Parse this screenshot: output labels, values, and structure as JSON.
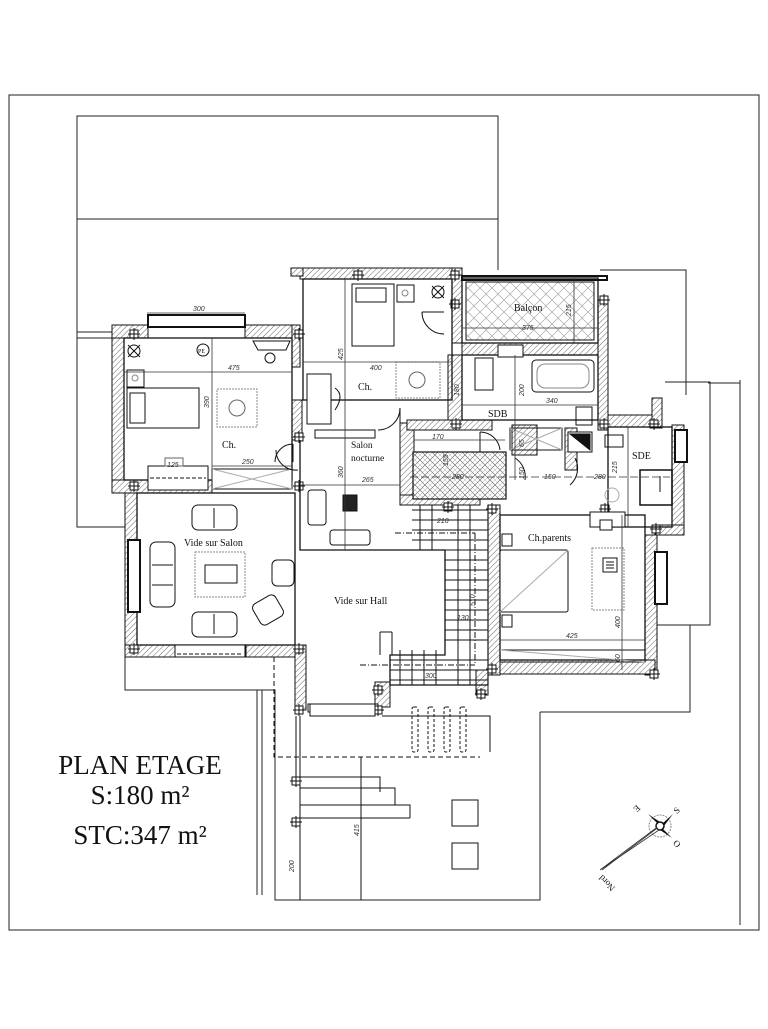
{
  "plan": {
    "title": "PLAN ETAGE",
    "surface": "S:180 m²",
    "stc": "STC:347 m²"
  },
  "rooms": {
    "chambre_left": "Ch.",
    "chambre_center": "Ch.",
    "salon_nocturne_1": "Salon",
    "salon_nocturne_2": "nocturne",
    "balcon": "Balçon",
    "sdb": "SDB",
    "sde": "SDE",
    "vide_salon": "Vide sur Salon",
    "vide_hall": "Vide sur Hall",
    "ch_parents": "Ch.parents"
  },
  "dimensions": {
    "d300_top": "300",
    "d475": "475",
    "d390": "390",
    "d250": "250",
    "d125": "125",
    "d425_ch": "425",
    "d400": "400",
    "d360": "360",
    "d265": "265",
    "d170": "170",
    "d155": "155",
    "d280_hall": "280",
    "d180": "180",
    "d200_sdb": "200",
    "d340": "340",
    "d375": "375",
    "d215_balcon": "215",
    "d65": "65",
    "d150v": "150",
    "d150h": "150",
    "d280_sde": "280",
    "d215_sde": "215",
    "d210": "210",
    "d510": "510",
    "d130": "130",
    "d300_stairs": "300",
    "d425_parents": "425",
    "d400_parents": "400",
    "d60": "60",
    "d415": "415",
    "d200_bottom": "200"
  },
  "symbols": {
    "pe_label": "PE"
  },
  "compass": {
    "north": "Nord",
    "south": "S",
    "east": "E",
    "west": "O"
  }
}
